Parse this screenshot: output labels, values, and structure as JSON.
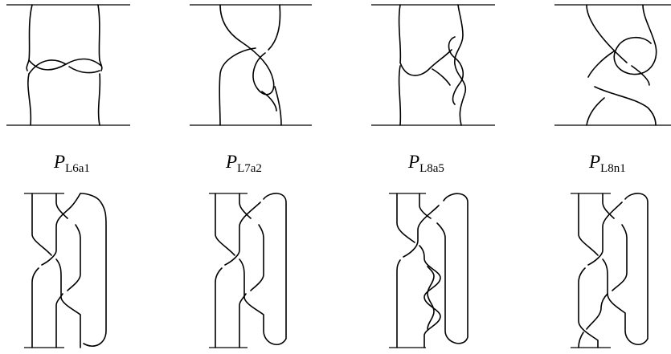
{
  "figure": {
    "panels": [
      {
        "id": "L6a1",
        "label_main": "P",
        "label_sub": "L6a1"
      },
      {
        "id": "L7a2",
        "label_main": "P",
        "label_sub": "L7a2"
      },
      {
        "id": "L8a5",
        "label_main": "P",
        "label_sub": "L8a5"
      },
      {
        "id": "L8n1",
        "label_main": "P",
        "label_sub": "L8n1"
      }
    ]
  }
}
